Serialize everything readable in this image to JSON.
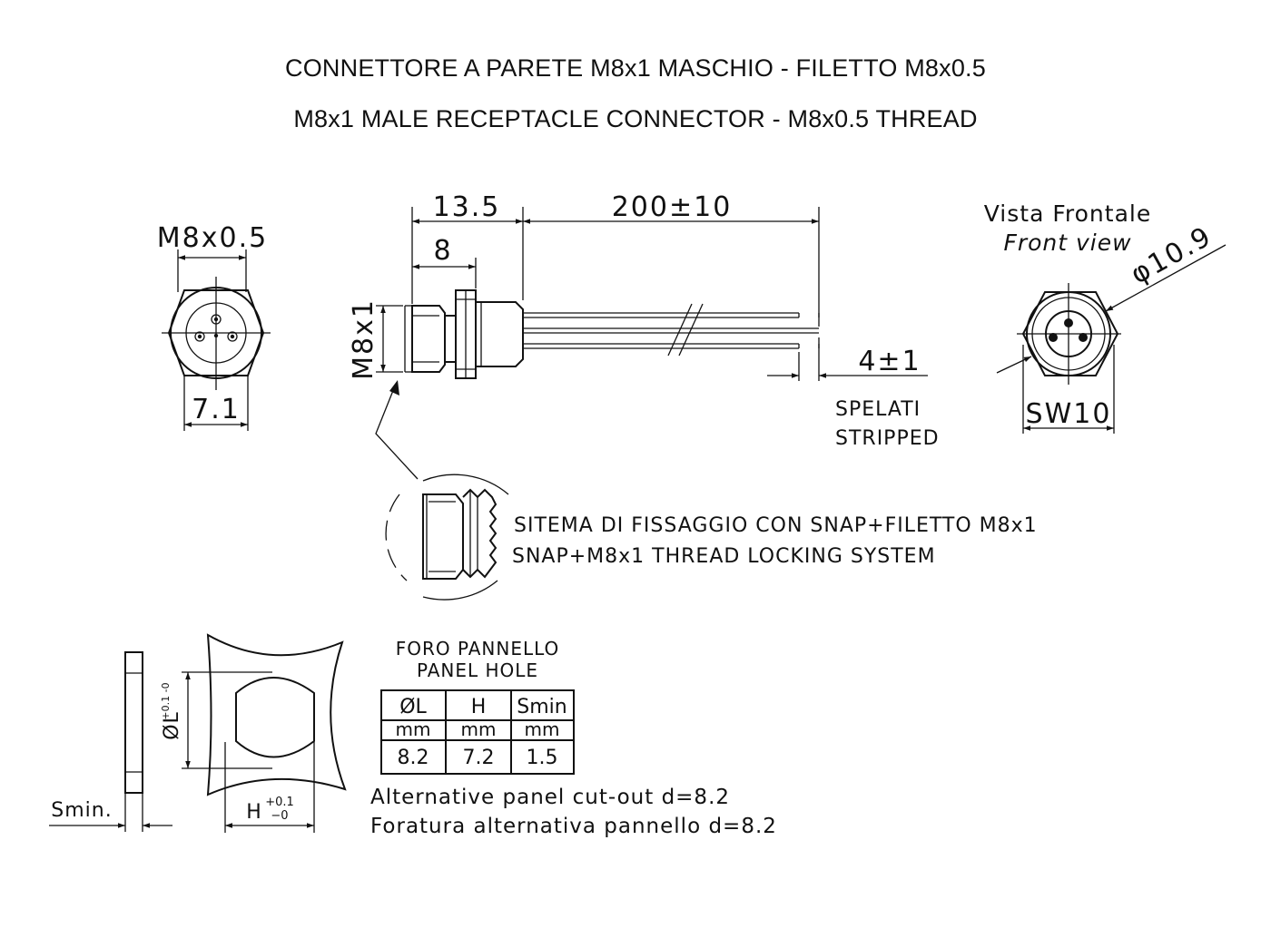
{
  "title_it": "CONNETTORE A PARETE M8x1 MASCHIO - FILETTO M8x0.5",
  "title_en": "M8x1 MALE RECEPTACLE CONNECTOR - M8x0.5 THREAD",
  "side_view": {
    "thread": "M8x0.5",
    "width": "7.1"
  },
  "main_view": {
    "len_total_body": "13.5",
    "len_cable": "200±10",
    "len_front": "8",
    "thread": "M8x1",
    "strip_len": "4±1",
    "strip_it": "SPELATI",
    "strip_en": "STRIPPED"
  },
  "front_view": {
    "label_it": "Vista Frontale",
    "label_en": "Front view",
    "diameter": "φ10.9",
    "wrench": "SW10"
  },
  "detail": {
    "line_it": "SITEMA DI FISSAGGIO CON SNAP+FILETTO M8x1",
    "line_en": "SNAP+M8x1 THREAD LOCKING SYSTEM"
  },
  "panel": {
    "smin_label": "Smin.",
    "diam_label": "ØL",
    "diam_tol": "+0.1 -0",
    "h_label": "H",
    "h_tol_plus": "+0.1",
    "h_tol_minus": "−0"
  },
  "hole_table": {
    "title_it": "FORO PANNELLO",
    "title_en": "PANEL HOLE",
    "headers": [
      "ØL",
      "H",
      "Smin"
    ],
    "units": [
      "mm",
      "mm",
      "mm"
    ],
    "values": [
      "8.2",
      "7.2",
      "1.5"
    ]
  },
  "notes": {
    "alt_en": "Alternative panel cut-out d=8.2",
    "alt_it": "Foratura alternativa pannello d=8.2"
  }
}
